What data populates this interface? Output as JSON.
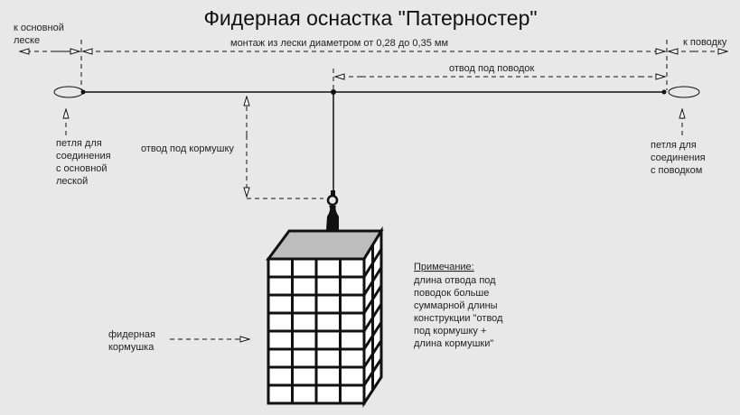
{
  "title": "Фидерная оснастка \"Патерностер\"",
  "labels": {
    "to_main_line": [
      "к основной",
      "леске"
    ],
    "to_leader": "к поводку",
    "mounting": "монтаж из лески диаметром от 0,28 до 0,35 мм",
    "leader_branch": "отвод под поводок",
    "feeder_branch": "отвод под кормушку",
    "loop_main": [
      "петля для",
      "соединения",
      "с основной",
      "леской"
    ],
    "loop_leader": [
      "петля для",
      "соединения",
      "с поводком"
    ],
    "feeder": [
      "фидерная",
      "кормушка"
    ]
  },
  "note": {
    "heading": "Примечание:",
    "lines": [
      "длина отвода под",
      "поводок больше",
      "суммарной длины",
      "конструкции \"отвод",
      "под кормушку +",
      "длина кормушки\""
    ]
  },
  "colors": {
    "background": "#e8e8e8",
    "line": "#111111",
    "feeder_top": "#bdbdbd"
  }
}
